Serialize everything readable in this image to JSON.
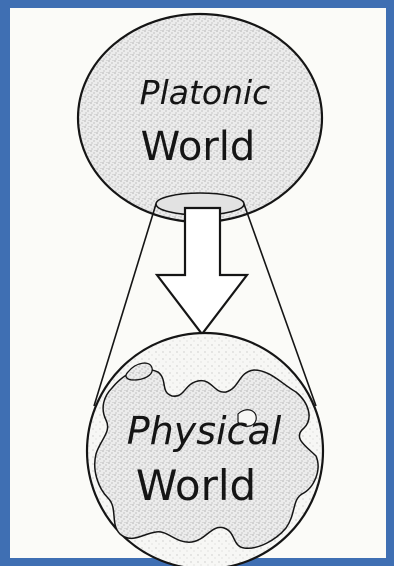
{
  "diagram": {
    "top_sphere": {
      "line1": "Platonic",
      "line2": "World"
    },
    "bottom_sphere": {
      "line1": "Physical",
      "line2": "World"
    },
    "arrow_direction": "down",
    "colors": {
      "border": "#3f6fb3",
      "paper": "#fbfbf8",
      "ink": "#151515",
      "sphere_fill": "#ececec"
    }
  }
}
